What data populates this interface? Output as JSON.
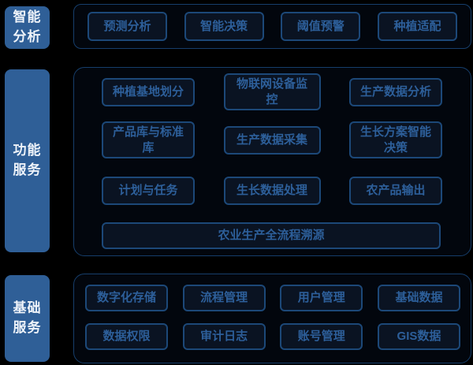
{
  "palette": {
    "bg": "#000000",
    "label-fill": "#2f5f97",
    "label-text": "#eef3f9",
    "container-border": "#163e6b",
    "box-border": "#1c4878",
    "box-fill": "#0a1322",
    "box-text": "#2d5f9a"
  },
  "sections": {
    "analysis": {
      "label": "智能\n分析",
      "boxes": [
        "预测分析",
        "智能决策",
        "阈值预警",
        "种植适配"
      ]
    },
    "function": {
      "label": "功能\n服务",
      "grid": [
        [
          "种植基地划分",
          "物联网设备监\n控",
          "生产数据分析"
        ],
        [
          "产品库与标准\n库",
          "生产数据采集",
          "生长方案智能\n决策"
        ],
        [
          "计划与任务",
          "生长数据处理",
          "农产品输出"
        ]
      ],
      "wide_box": "农业生产全流程溯源"
    },
    "base": {
      "label": "基础\n服务",
      "grid": [
        [
          "数字化存储",
          "流程管理",
          "用户管理",
          "基础数据"
        ],
        [
          "数据权限",
          "审计日志",
          "账号管理",
          "GIS数据"
        ]
      ]
    }
  }
}
